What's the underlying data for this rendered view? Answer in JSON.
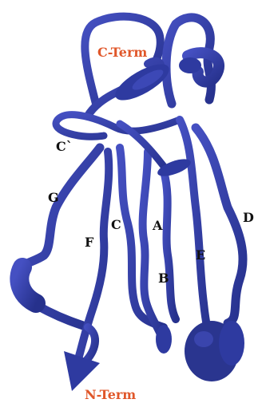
{
  "colors": {
    "tube": "#2e3aa0",
    "tube_highlight": "#5a66d8",
    "terminus_label": "#e0572a",
    "strand_label": "#111111",
    "background": "#ffffff"
  },
  "labels": {
    "c_term": "C-Term",
    "n_term": "N-Term",
    "c_prime": "C`",
    "g": "G",
    "f": "F",
    "c": "C",
    "a": "A",
    "b": "B",
    "e": "E",
    "d": "D"
  }
}
